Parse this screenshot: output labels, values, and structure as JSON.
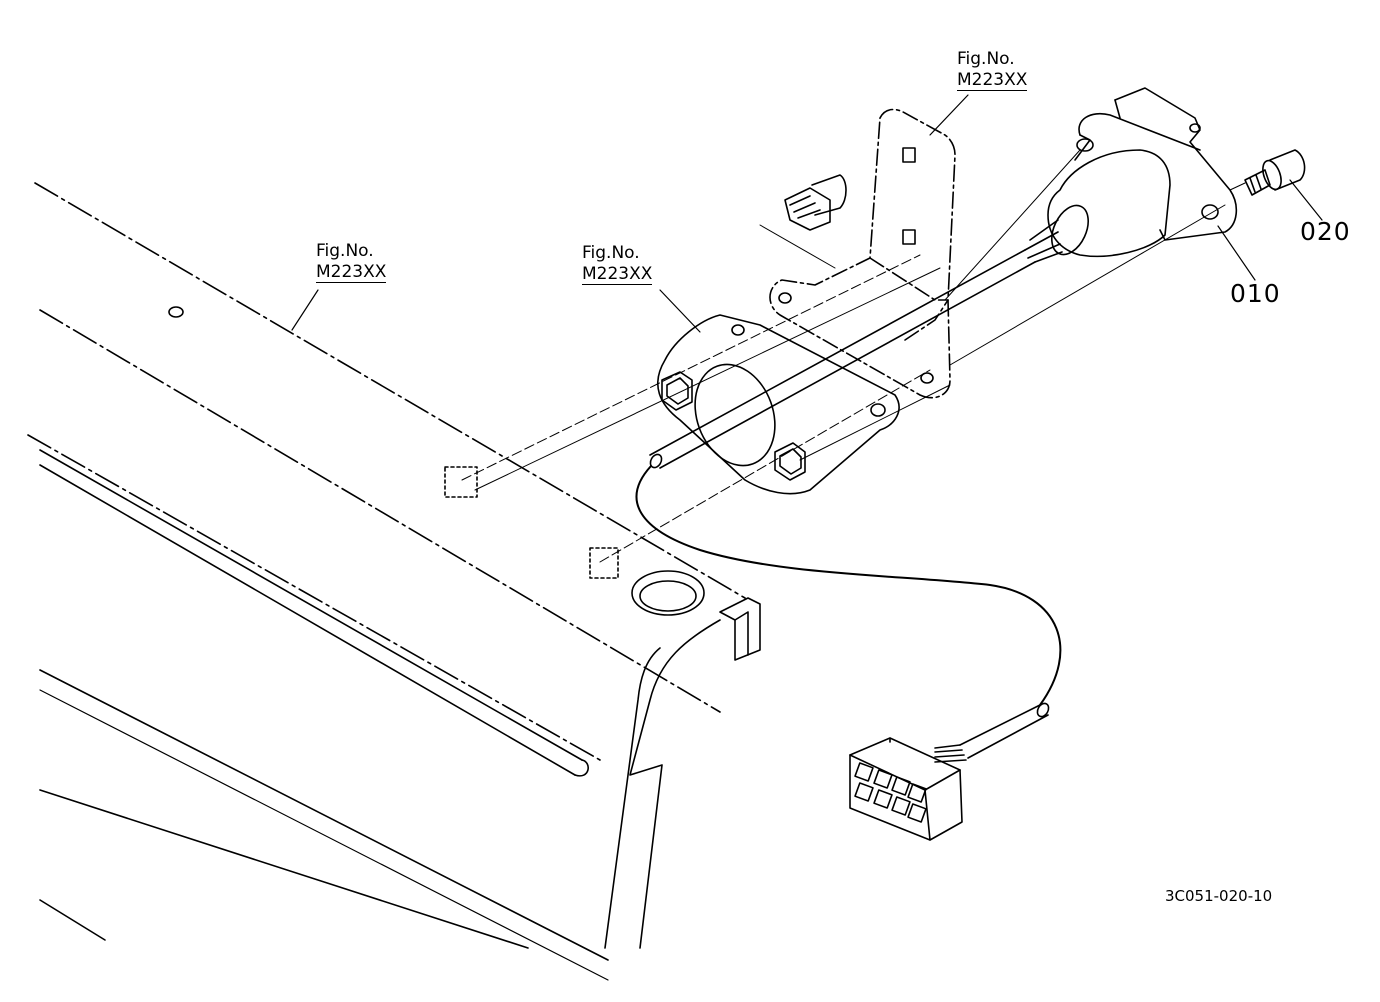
{
  "references": [
    {
      "fig_label": "Fig.No.",
      "fig_code": "M223XX"
    },
    {
      "fig_label": "Fig.No.",
      "fig_code": "M223XX"
    },
    {
      "fig_label": "Fig.No.",
      "fig_code": "M223XX"
    }
  ],
  "parts": [
    {
      "number": "010"
    },
    {
      "number": "020"
    }
  ],
  "figure_id": "3C051-020-10",
  "colors": {
    "ink": "#000000",
    "paper": "#ffffff"
  }
}
